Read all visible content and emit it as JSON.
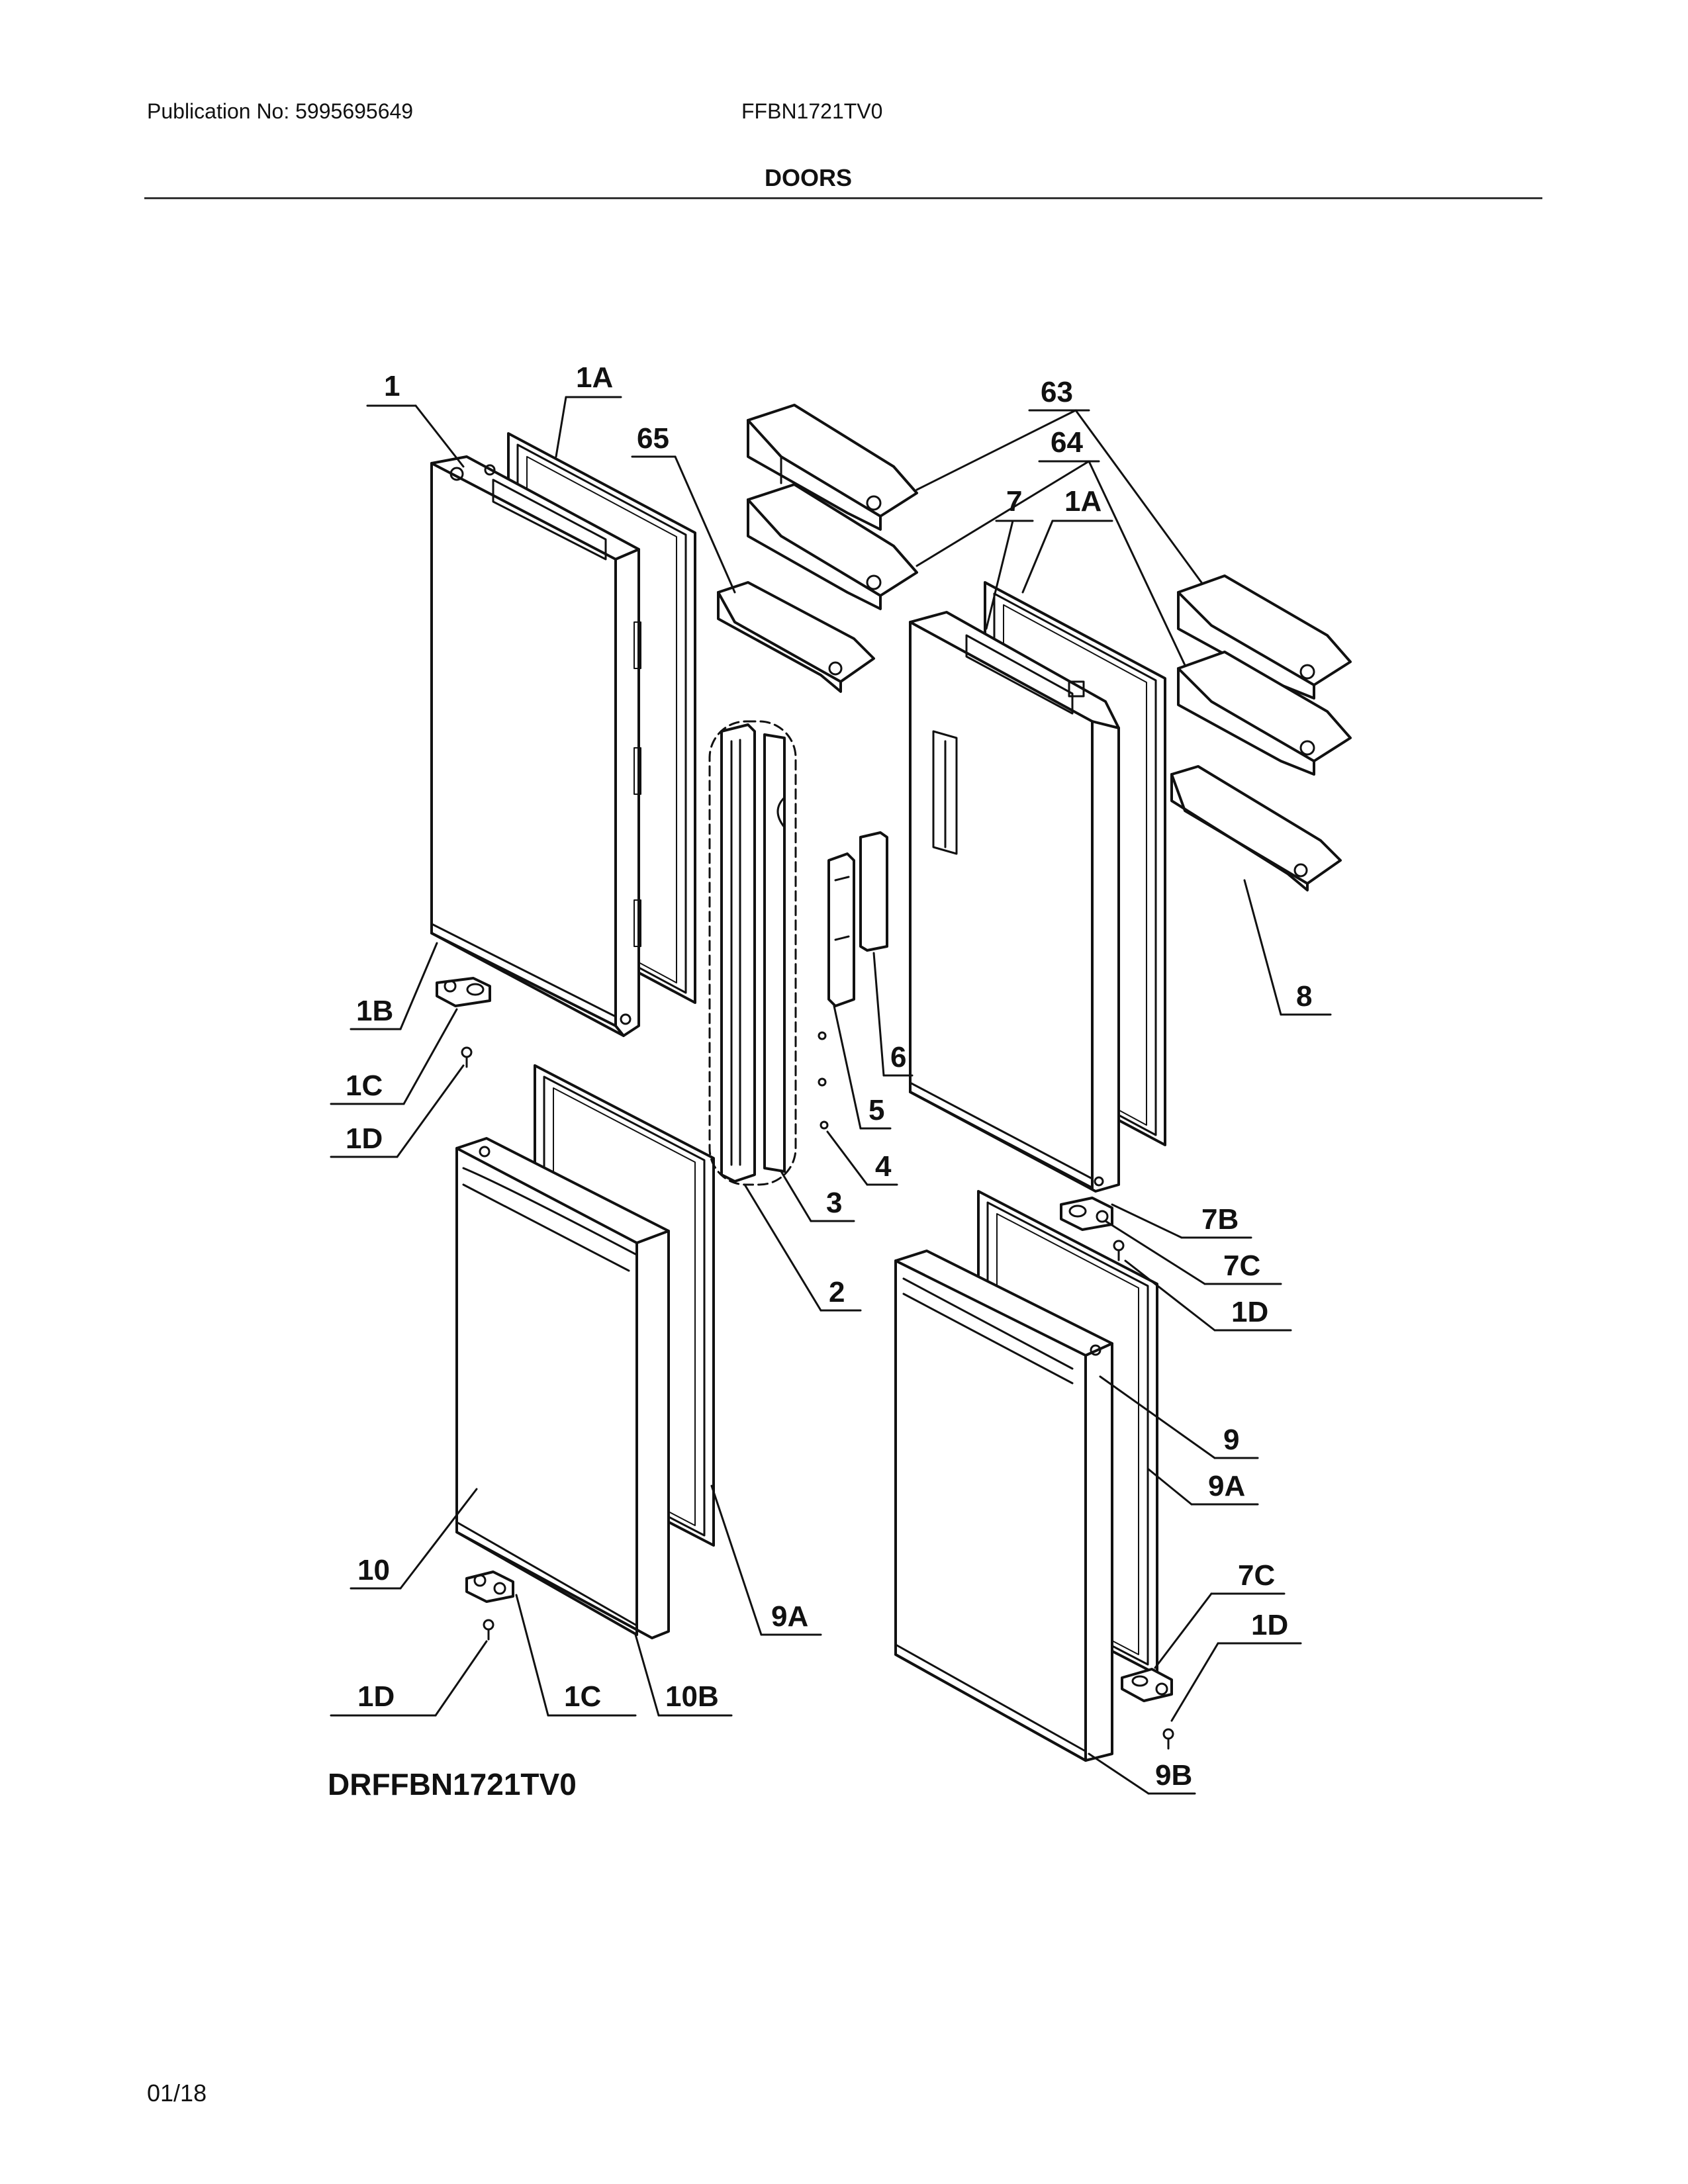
{
  "header": {
    "publication": "Publication No: 5995695649",
    "model": "FFBN1721TV0",
    "section_title": "DOORS"
  },
  "diagram": {
    "drawing_code": "DRFFBN1721TV0",
    "labels": {
      "l1": "1",
      "l1a_left": "1A",
      "l65": "65",
      "l63": "63",
      "l64": "64",
      "l7": "7",
      "l1a_right": "1A",
      "l8": "8",
      "l1b": "1B",
      "l1c_upper": "1C",
      "l1d_upper": "1D",
      "l6": "6",
      "l5": "5",
      "l4": "4",
      "l3": "3",
      "l2": "2",
      "l7b": "7B",
      "l7c_upper": "7C",
      "l1d_mid": "1D",
      "l9": "9",
      "l9a_right": "9A",
      "l7c_lower": "7C",
      "l1d_right": "1D",
      "l9b": "9B",
      "l10": "10",
      "l9a_left": "9A",
      "l1d_lower": "1D",
      "l1c_lower": "1C",
      "l10b": "10B"
    }
  },
  "footer": {
    "date": "01/18"
  }
}
